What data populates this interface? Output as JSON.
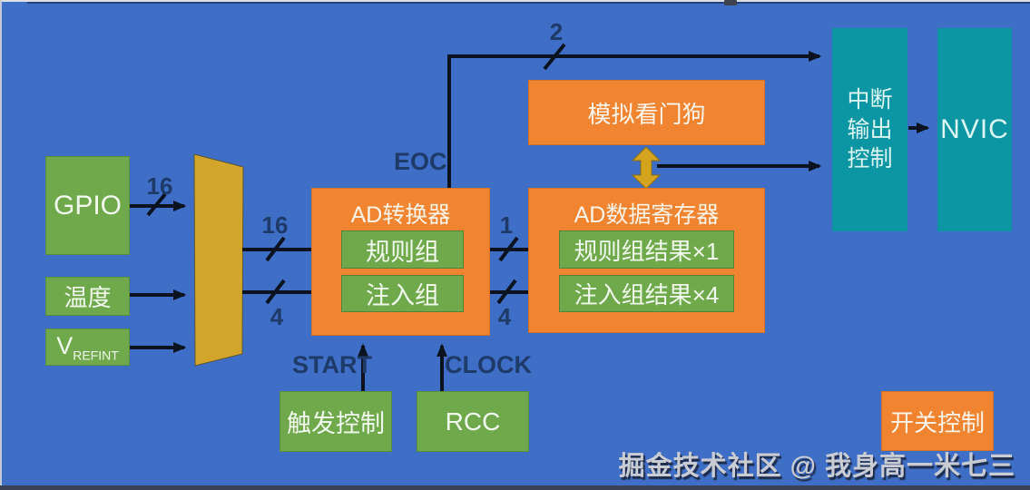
{
  "diagram_title": "ADC block diagram",
  "colors": {
    "background": "#3E6EC6",
    "block_green": "#6FA94B",
    "block_orange": "#F08430",
    "block_teal": "#0C95A2",
    "mux_gold": "#D2A62C",
    "arrow_dark": "#0B1220",
    "label_navy": "#1D3A69",
    "watermark_gray": "#C9CCD2"
  },
  "blocks": {
    "gpio": "GPIO",
    "temperature": "温度",
    "vrefint_main": "V",
    "vrefint_sub": "REFINT",
    "adc_converter": "AD转换器",
    "regular_group": "规则组",
    "injected_group": "注入组",
    "data_register": "AD数据寄存器",
    "regular_result": "规则组结果×1",
    "injected_result": "注入组结果×4",
    "analog_watchdog": "模拟看门狗",
    "interrupt_line1": "中断",
    "interrupt_line2": "输出",
    "interrupt_line3": "控制",
    "nvic": "NVIC",
    "trigger_control": "触发控制",
    "rcc": "RCC",
    "switch_control": "开关控制"
  },
  "bus_labels": {
    "gpio_to_mux": "16",
    "mux_to_regular": "16",
    "mux_to_injected": "4",
    "regular_to_result": "1",
    "injected_to_result": "4",
    "eoc_lines": "2"
  },
  "signal_labels": {
    "eoc": "EOC",
    "start": "START",
    "clock": "CLOCK"
  },
  "watermark": "掘金技术社区 @ 我身高一米七三"
}
